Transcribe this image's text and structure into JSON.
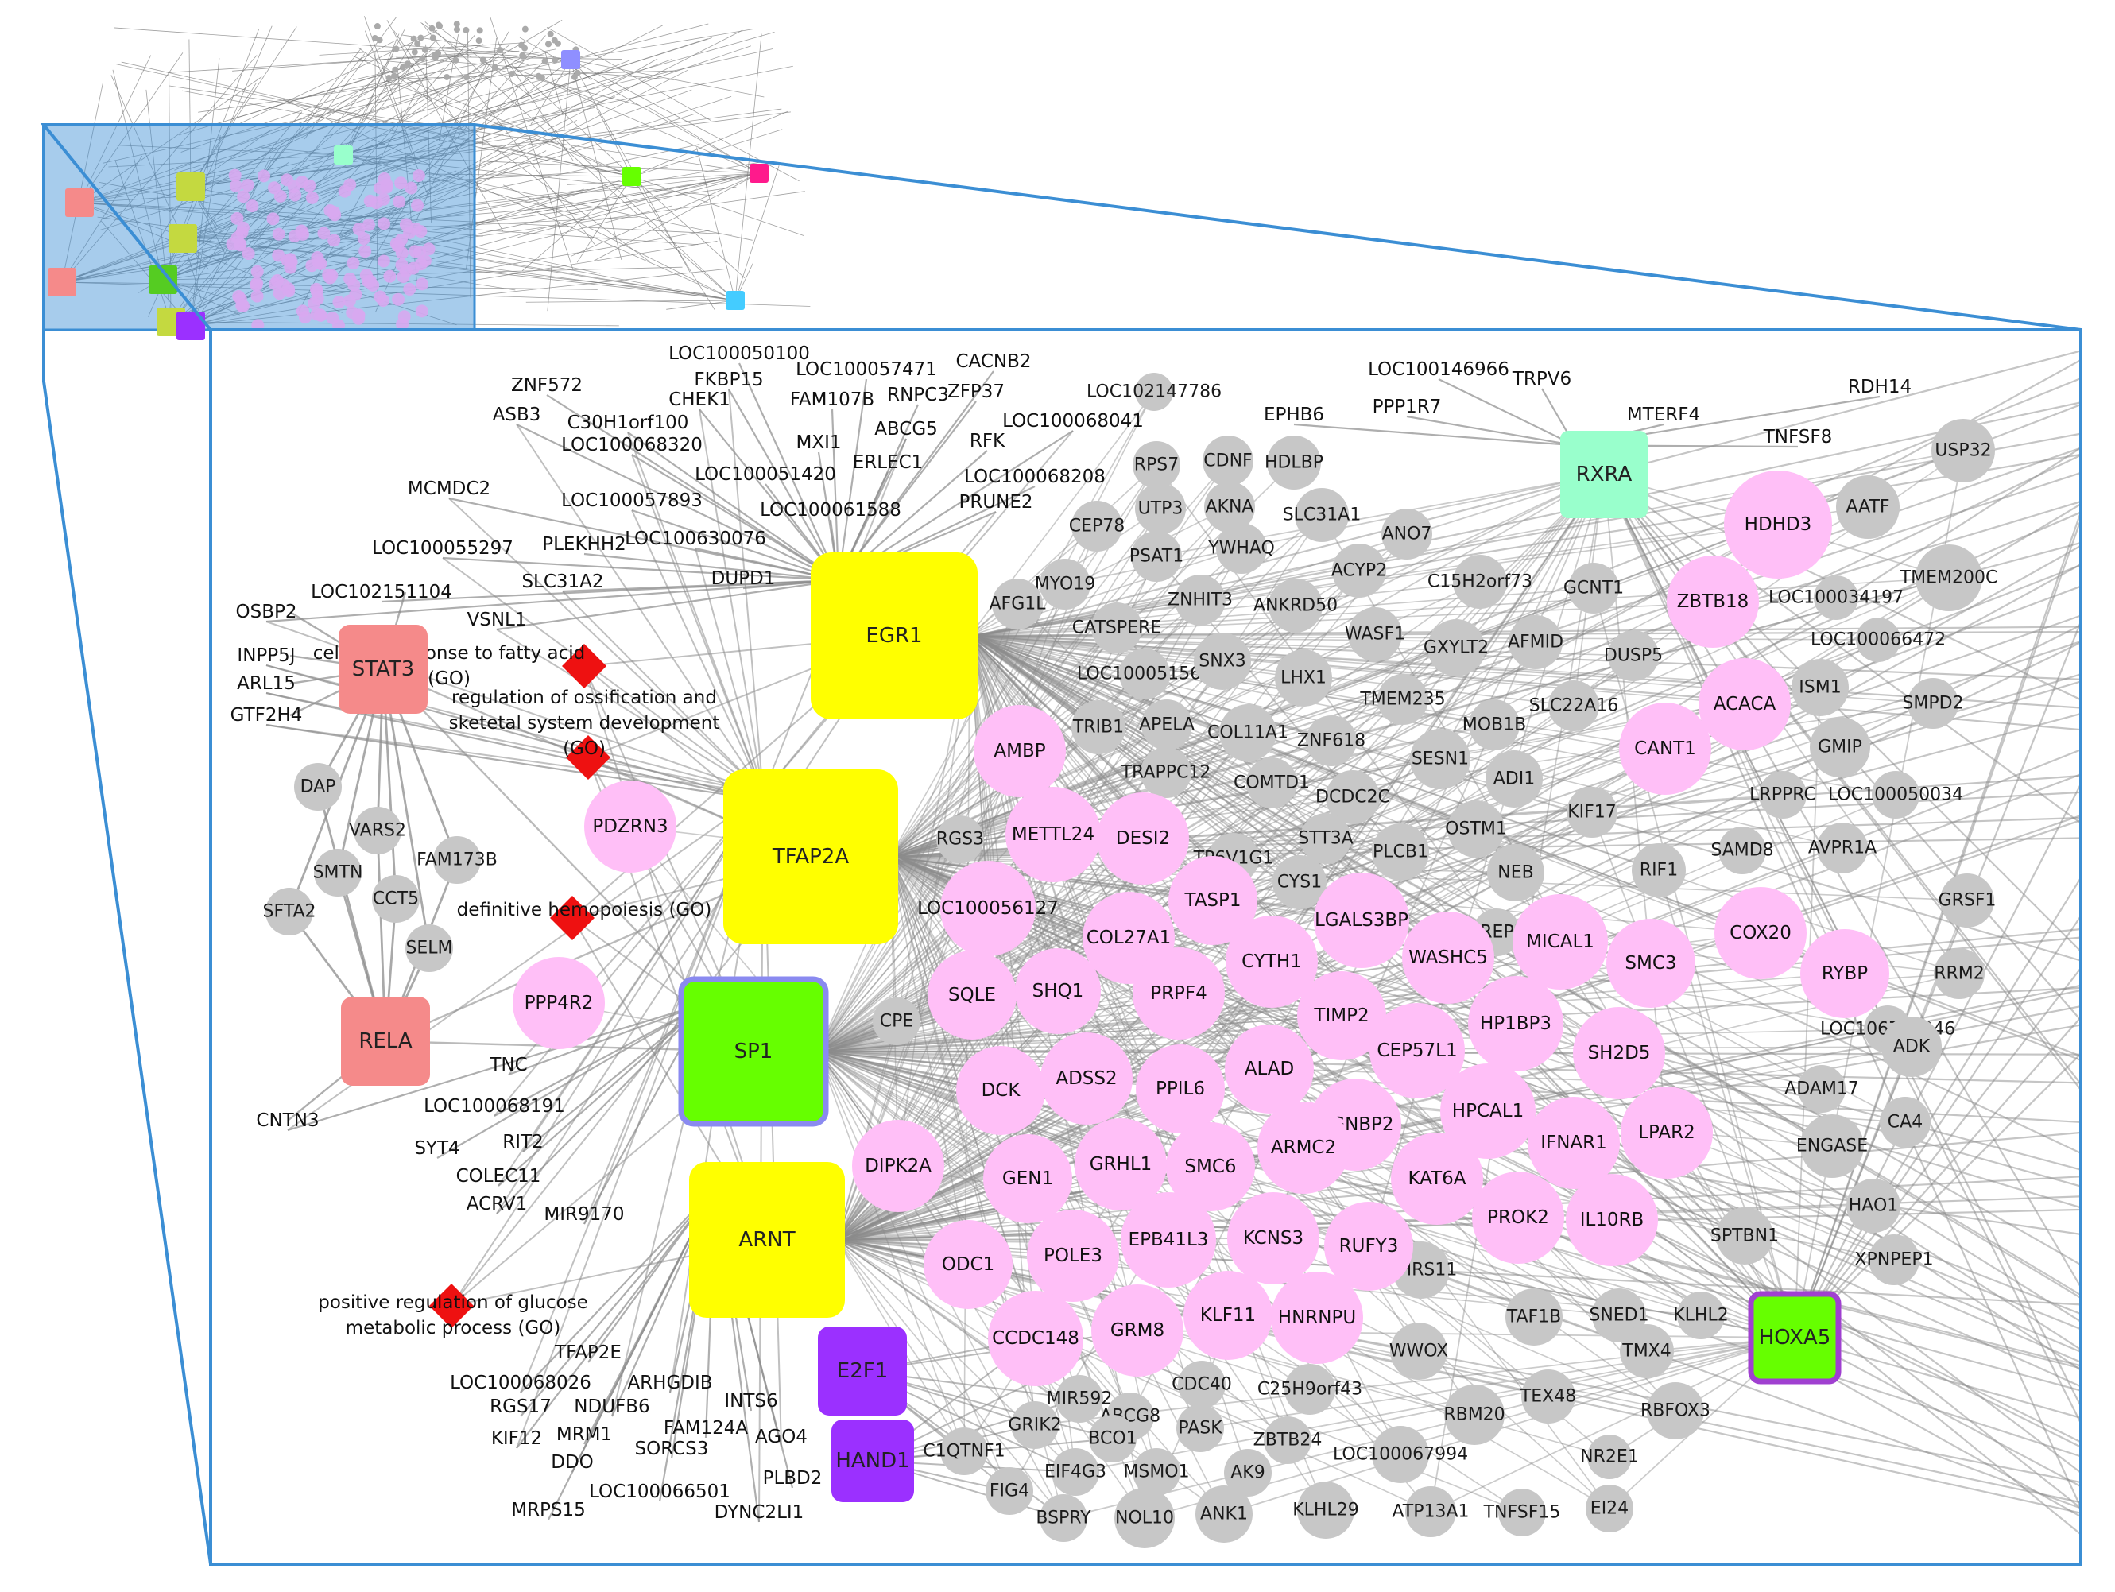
{
  "colors": {
    "hub_yellow": "#ffff00",
    "hub_green": "#66ff00",
    "hub_salmon": "#f58a8a",
    "hub_purple": "#9b30ff",
    "hub_mint": "#99ffcc",
    "gene_pink": "#ffbff7",
    "gene_gray": "#c7c7c7",
    "go_red": "#ee1111",
    "frame_blue": "#3b8ed4",
    "edge_gray": "#8c8c8c"
  },
  "hubs": [
    {
      "id": "EGR1",
      "label": "EGR1",
      "color": "#ffff00"
    },
    {
      "id": "TFAP2A",
      "label": "TFAP2A",
      "color": "#ffff00"
    },
    {
      "id": "SP1",
      "label": "SP1",
      "color": "#66ff00"
    },
    {
      "id": "ARNT",
      "label": "ARNT",
      "color": "#ffff00"
    },
    {
      "id": "STAT3",
      "label": "STAT3",
      "color": "#f58a8a"
    },
    {
      "id": "RELA",
      "label": "RELA",
      "color": "#f58a8a"
    },
    {
      "id": "E2F1",
      "label": "E2F1",
      "color": "#9b30ff"
    },
    {
      "id": "HAND1",
      "label": "HAND1",
      "color": "#9b30ff"
    },
    {
      "id": "RXRA",
      "label": "RXRA",
      "color": "#99ffcc"
    },
    {
      "id": "HOXA5",
      "label": "HOXA5",
      "color": "#66ff00"
    }
  ],
  "go_terms": [
    {
      "id": "go1",
      "lines": [
        "cellular response to fatty acid",
        "(GO)"
      ]
    },
    {
      "id": "go2",
      "lines": [
        "regulation of ossification and",
        "sketetal system development",
        "(GO)"
      ]
    },
    {
      "id": "go3",
      "lines": [
        "definitive hemopoiesis (GO)"
      ]
    },
    {
      "id": "go4",
      "lines": [
        "positive regulation of glucose",
        "metabolic process (GO)"
      ]
    }
  ],
  "pink_genes": [
    "HDHD3",
    "ZBTB18",
    "ACACA",
    "CANT1",
    "AMBP",
    "PDZRN3",
    "METTL24",
    "DESI2",
    "TASP1",
    "LGALS3BP",
    "WASHC5",
    "MICAL1",
    "SMC3",
    "COX20",
    "RYBP",
    "LOC100056127",
    "COL27A1",
    "CYTH1",
    "SQLE",
    "SHQ1",
    "PRPF4",
    "TIMP2",
    "HP1BP3",
    "SH2D5",
    "CEP57L1",
    "PPP4R2",
    "DCK",
    "ADSS2",
    "PPIL6",
    "ALAD",
    "GGNBP2",
    "HPCAL1",
    "IFNAR1",
    "LPAR2",
    "DIPK2A",
    "GEN1",
    "GRHL1",
    "SMC6",
    "ARMC2",
    "KAT6A",
    "ODC1",
    "POLE3",
    "EPB41L3",
    "KCNS3",
    "RUFY3",
    "PROK2",
    "IL10RB",
    "CCDC148",
    "GRM8",
    "KLF11",
    "HNRNPU"
  ],
  "gray_genes": [
    "DAP",
    "VARS2",
    "SMTN",
    "CCT5",
    "FAM173B",
    "SFTA2",
    "SELM",
    "RGS3",
    "CPE",
    "RPS7",
    "CDNF",
    "HDLBP",
    "UTP3",
    "AKNA",
    "SLC31A1",
    "CEP78",
    "PSAT1",
    "YWHAQ",
    "ANO7",
    "ACYP2",
    "MYO19",
    "ZNHIT3",
    "ANKRD50",
    "C15H2orf73",
    "GCNT1",
    "AFG1L",
    "CATSPERE",
    "WASF1",
    "GXYLT2",
    "AFMID",
    "DUSP5",
    "LOC100051562",
    "SNX3",
    "LHX1",
    "TRIB1",
    "APELA",
    "COL11A1",
    "ZNF618",
    "TMEM235",
    "MOB1B",
    "SLC22A16",
    "TRAPPC12",
    "COMTD1",
    "DCDC2C",
    "SESN1",
    "ADI1",
    "TP6V1G1",
    "STT3A",
    "OSTM1",
    "KIF17",
    "CYS1",
    "PLCB1",
    "NEB",
    "RIF1",
    "SAMD8",
    "PREPL",
    "LOC102147786",
    "ISM1",
    "GMIP",
    "LRPPRC",
    "AVPR1A",
    "AATF",
    "USP32",
    "TMEM200C",
    "SMPD2",
    "LOC100034197",
    "LOC100066472",
    "LOC100050034",
    "GRSF1",
    "RRM2",
    "LOC106780946",
    "ADK",
    "ADAM17",
    "CA4",
    "ENGASE",
    "HAO1",
    "SPTBN1",
    "XPNPEP1",
    "DHRS11",
    "WWOX",
    "TAF1B",
    "SNED1",
    "KLHL2",
    "TMX4",
    "TEX48",
    "RBM20",
    "RBFOX3",
    "NR2E1",
    "MIR592",
    "ABCG8",
    "CDC40",
    "C25H9orf43",
    "GRIK2",
    "BCO1",
    "PASK",
    "ZBTB24",
    "LOC100067994",
    "EIF4G3",
    "MSMO1",
    "AK9",
    "FIG4",
    "BSPRY",
    "NOL10",
    "ANK1",
    "KLHL29",
    "ATP13A1",
    "TNFSF15",
    "EI24",
    "C1QTNF1"
  ],
  "free_labels": [
    "ZNF572",
    "ASB3",
    "LOC100050100",
    "FKBP15",
    "CHEK1",
    "LOC100057471",
    "CACNB2",
    "FAM107B",
    "RNPC3",
    "ZFP37",
    "C30H1orf100",
    "LOC100068320",
    "ABCG5",
    "LOC100068041",
    "RFK",
    "MXI1",
    "LOC100051420",
    "ERLEC1",
    "LOC100068208",
    "LOC100061588",
    "PRUNE2",
    "MCMDC2",
    "LOC100057893",
    "LOC100055297",
    "PLEKHH2",
    "LOC100630076",
    "SLC31A2",
    "DUPD1",
    "LOC102151104",
    "VSNL1",
    "OSBP2",
    "INPP5J",
    "ARL15",
    "GTF2H4",
    "TNC",
    "CNTN3",
    "LOC100068191",
    "SYT4",
    "RIT2",
    "COLEC11",
    "ACRV1",
    "MIR9170",
    "TFAP2E",
    "LOC100068026",
    "ARHGDIB",
    "RGS17",
    "NDUFB6",
    "INTS6",
    "KIF12",
    "MRM1",
    "FAM124A",
    "AGO4",
    "DDO",
    "SORCS3",
    "PLBD2",
    "LOC100066501",
    "MRPS15",
    "DYNC2LI1",
    "EPHB6",
    "PPP1R7",
    "LOC100146966",
    "TRPV6",
    "MTERF4",
    "RDH14",
    "TNFSF8"
  ]
}
